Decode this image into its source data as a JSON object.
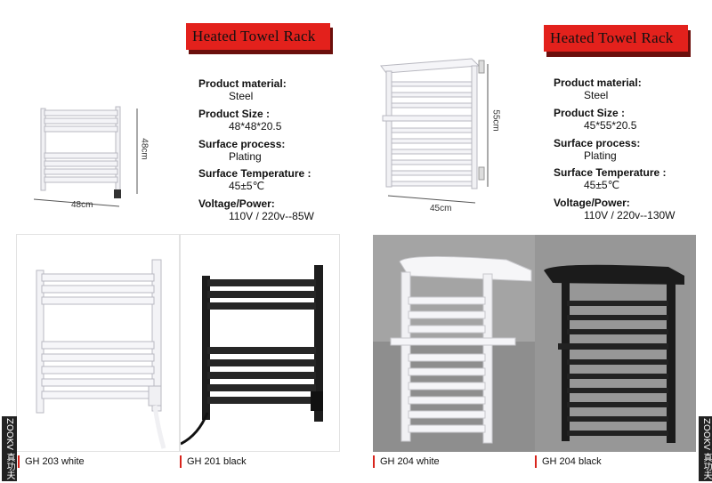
{
  "left": {
    "title": "Heated Towel Rack",
    "dims": {
      "width": "48cm",
      "height": "48cm"
    },
    "specs": [
      {
        "label": "Product material:",
        "value": "Steel"
      },
      {
        "label": "Product Size :",
        "value": "48*48*20.5"
      },
      {
        "label": "Surface process:",
        "value": "Plating"
      },
      {
        "label": "Surface Temperature :",
        "value": "45±5℃"
      },
      {
        "label": "Voltage/Power:",
        "value": "110V / 220v--85W"
      }
    ]
  },
  "right": {
    "title": "Heated Towel Rack",
    "dims": {
      "width": "45cm",
      "height": "55cm"
    },
    "specs": [
      {
        "label": "Product material:",
        "value": "Steel"
      },
      {
        "label": "Product Size :",
        "value": "45*55*20.5"
      },
      {
        "label": "Surface process:",
        "value": "Plating"
      },
      {
        "label": "Surface Temperature :",
        "value": "45±5℃"
      },
      {
        "label": "Voltage/Power:",
        "value": "110V / 220v--130W"
      }
    ]
  },
  "captions": [
    "GH 203 white",
    "GH 201 black",
    "GH 204 white",
    "GH 204 black"
  ],
  "watermark": "ZOOKV 真功夫",
  "colors": {
    "accent": "#e3211c",
    "rack_white": "#f2f2f6",
    "rack_black": "#1b1b1b"
  }
}
